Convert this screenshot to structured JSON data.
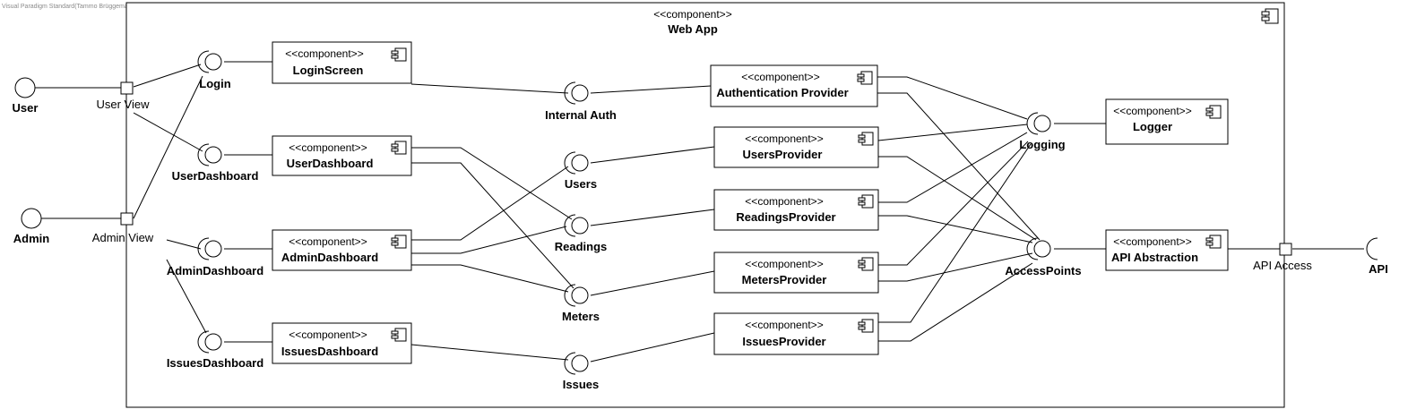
{
  "watermark": "Visual Paradigm Standard(Tammo Brüggemann(University of Kiel))",
  "stereotype": "<<component>>",
  "container": {
    "name": "Web App"
  },
  "components": {
    "login_screen": "LoginScreen",
    "user_dashboard": "UserDashboard",
    "admin_dashboard": "AdminDashboard",
    "issues_dashboard": "IssuesDashboard",
    "authentication_provider": "Authentication Provider",
    "users_provider": "UsersProvider",
    "readings_provider": "ReadingsProvider",
    "meters_provider": "MetersProvider",
    "issues_provider": "IssuesProvider",
    "logger": "Logger",
    "api_abstraction": "API Abstraction"
  },
  "interfaces": {
    "user": "User",
    "admin": "Admin",
    "login": "Login",
    "user_dashboard": "UserDashboard",
    "admin_dashboard": "AdminDashboard",
    "issues_dashboard": "IssuesDashboard",
    "internal_auth": "Internal Auth",
    "users": "Users",
    "readings": "Readings",
    "meters": "Meters",
    "issues": "Issues",
    "logging": "Logging",
    "access_points": "AccessPoints",
    "api": "API"
  },
  "ports": {
    "user_view": "User View",
    "admin_view": "Admin View",
    "api_access": "API Access"
  }
}
